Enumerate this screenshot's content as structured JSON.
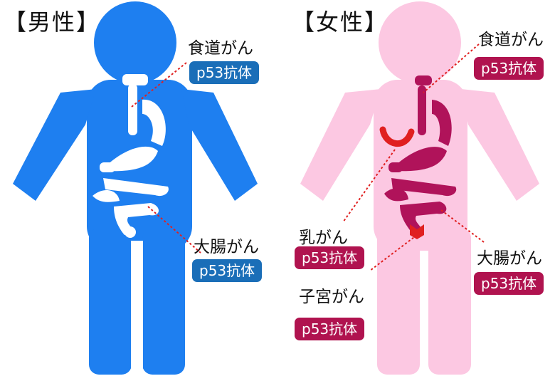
{
  "male": {
    "title": "【男性】",
    "colors": {
      "body": "#1e7ff0",
      "organ": "#ffffff",
      "badge": "#1a6eb8",
      "line": "#e02020"
    },
    "cancers": [
      {
        "name": "食道がん",
        "marker": "p53抗体"
      },
      {
        "name": "大腸がん",
        "marker": "p53抗体"
      }
    ]
  },
  "female": {
    "title": "【女性】",
    "colors": {
      "body": "#fcc8e2",
      "organ": "#b0135a",
      "breast": "#e02020",
      "badge": "#b0134f",
      "line": "#e02020"
    },
    "cancers": [
      {
        "name": "食道がん",
        "marker": "p53抗体"
      },
      {
        "name": "乳がん",
        "marker": "p53抗体"
      },
      {
        "name": "大腸がん",
        "marker": "p53抗体"
      },
      {
        "name": "子宮がん",
        "marker": "p53抗体"
      }
    ]
  }
}
